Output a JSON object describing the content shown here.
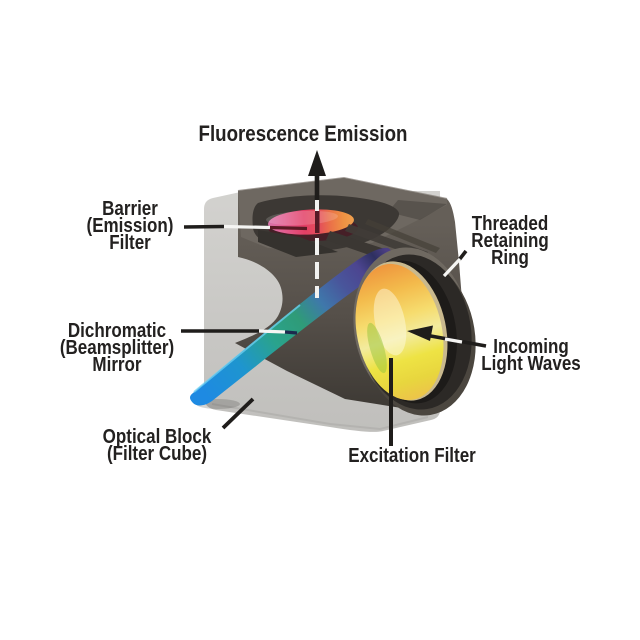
{
  "labels": {
    "fluorescence_emission": {
      "lines": [
        "Fluorescence Emission"
      ]
    },
    "barrier_filter": {
      "lines": [
        "Barrier",
        "(Emission)",
        "Filter"
      ]
    },
    "threaded_retaining_ring": {
      "lines": [
        "Threaded",
        "Retaining",
        "Ring"
      ]
    },
    "dichromatic_mirror": {
      "lines": [
        "Dichromatic",
        "(Beamsplitter)",
        "Mirror"
      ]
    },
    "incoming_light_waves": {
      "lines": [
        "Incoming",
        "Light Waves"
      ]
    },
    "optical_block": {
      "lines": [
        "Optical Block",
        "(Filter Cube)"
      ]
    },
    "excitation_filter": {
      "lines": [
        "Excitation Filter"
      ]
    }
  },
  "arrows": {
    "fluorescence_emission_direction": "up",
    "incoming_light_direction": "left-into-filter"
  },
  "colors": {
    "background": "#ffffff",
    "label_text": "#232120",
    "optical_block_gray": "#56514c",
    "block_top_face": "#6e6861",
    "back_plate_gray": "#cac9c6",
    "barrier_filter_pink": "#e23f66",
    "barrier_filter_orange": "#ef9243",
    "mirror_blue": "#1e8ae2",
    "mirror_teal": "#2aa38c",
    "mirror_purple": "#4c4590",
    "excitation_filter_yellow": "#eee344",
    "excitation_filter_orange": "#ef973e",
    "retaining_ring_dark": "#2c2926"
  }
}
